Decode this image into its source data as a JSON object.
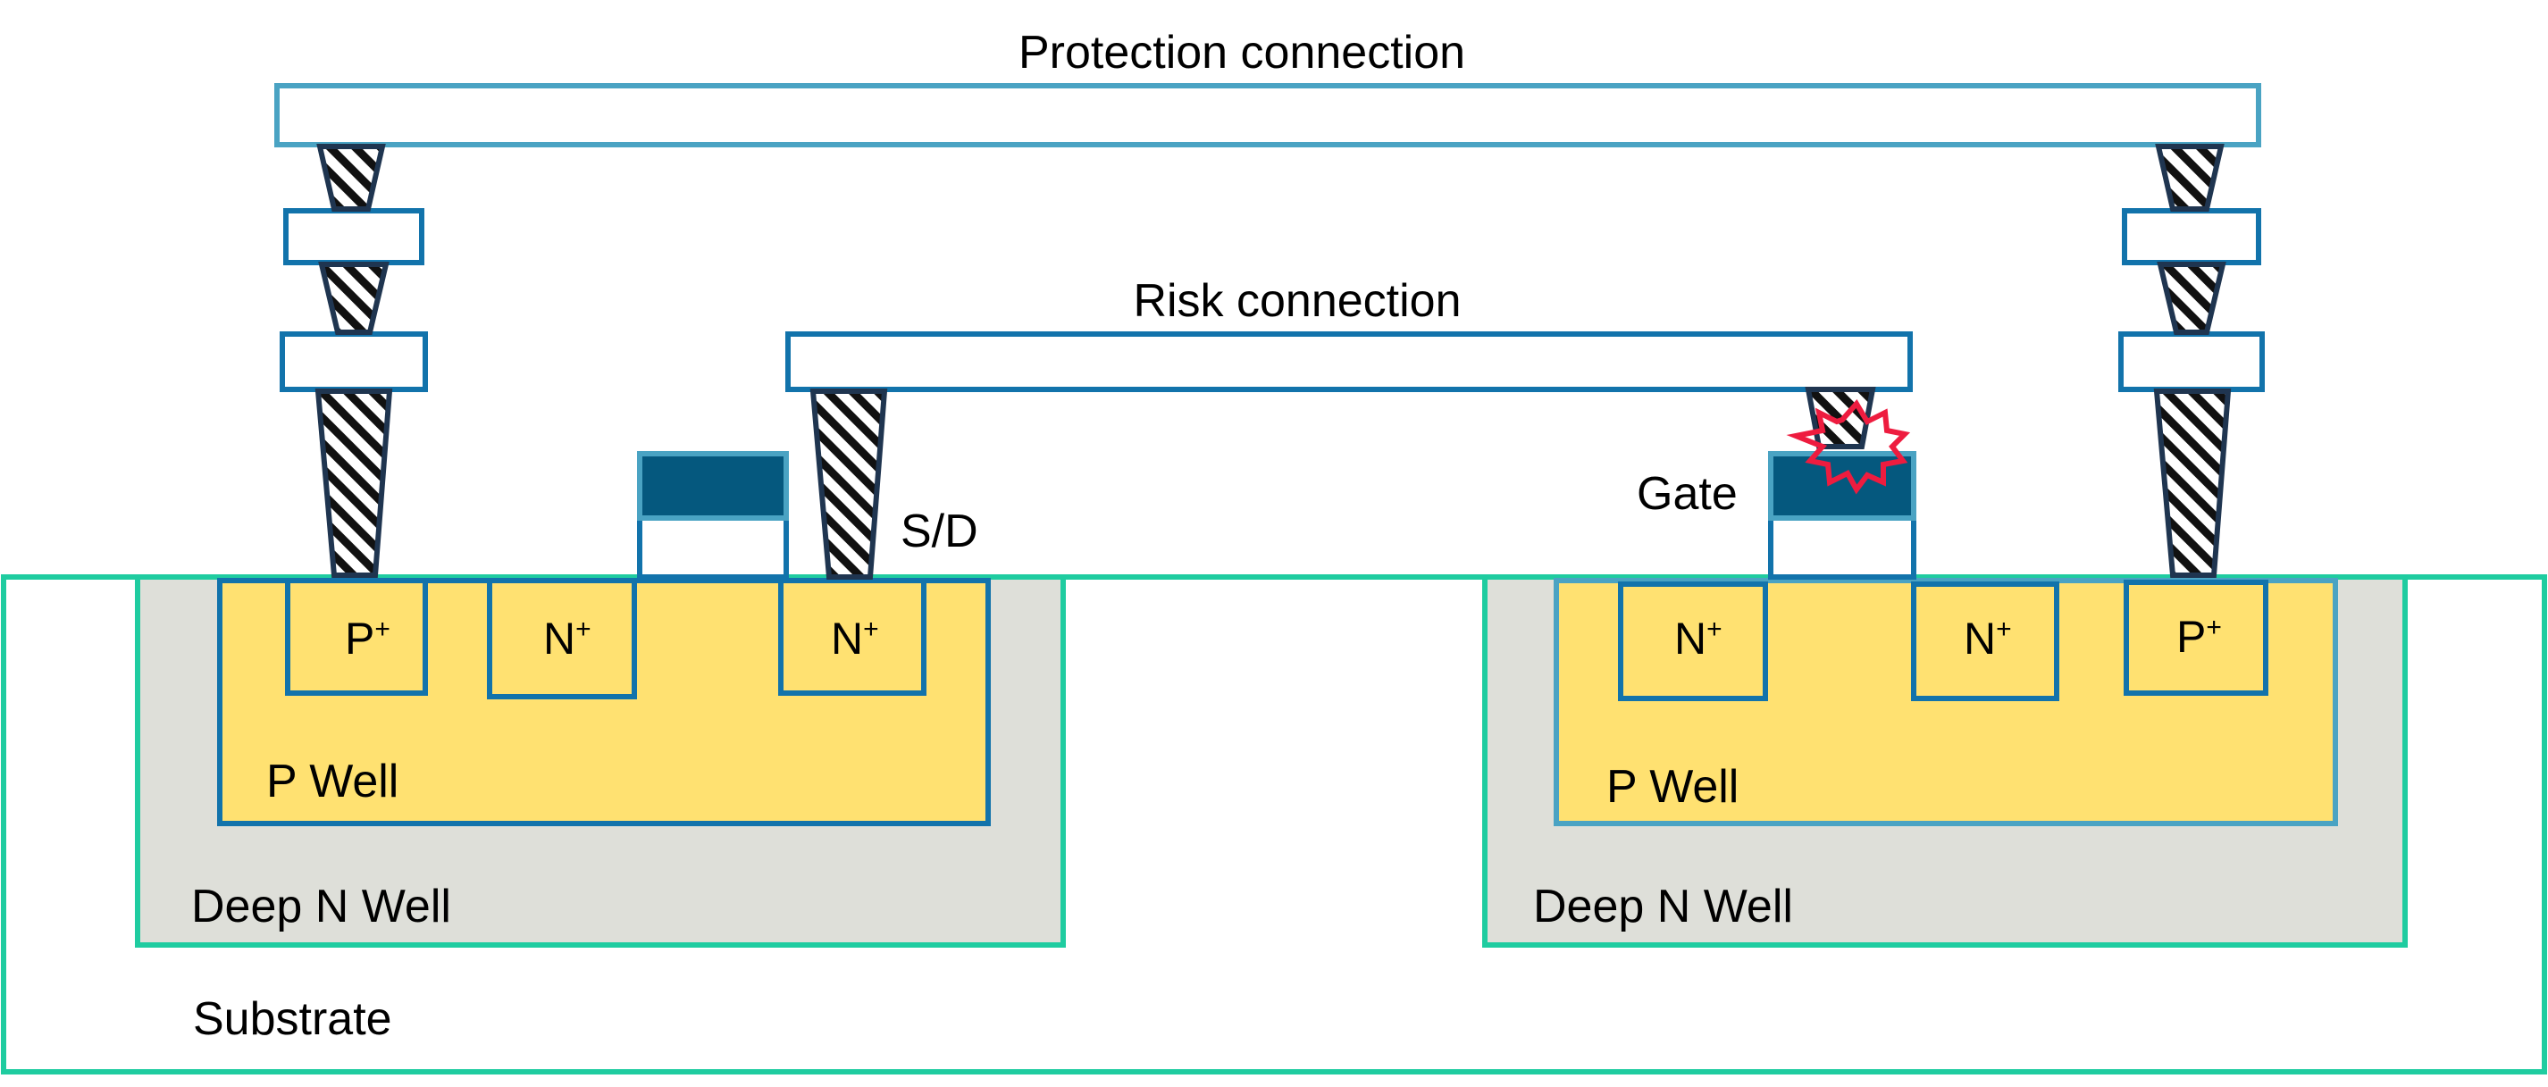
{
  "labels": {
    "protection_connection": "Protection connection",
    "risk_connection": "Risk connection",
    "sd": "S/D",
    "gate": "Gate",
    "substrate": "Substrate",
    "left": {
      "p_plus": "P",
      "n_plus_1": "N",
      "n_plus_2": "N",
      "p_well": "P Well",
      "deep_n_well": "Deep N Well"
    },
    "right": {
      "n_plus_1": "N",
      "n_plus_2": "N",
      "p_plus": "P",
      "p_well": "P Well",
      "deep_n_well": "Deep N Well"
    },
    "superscript": "+"
  },
  "colors": {
    "substrate_border": "#1fcca0",
    "deep_n_well_fill": "#dedfd9",
    "p_well_fill": "#ffe171",
    "metal_border": "#1273ab",
    "metal_border_light": "#4aa3c3",
    "gate_fill": "#05587e",
    "via_border": "#1f3550",
    "damage_spark": "#ee1c3f"
  }
}
